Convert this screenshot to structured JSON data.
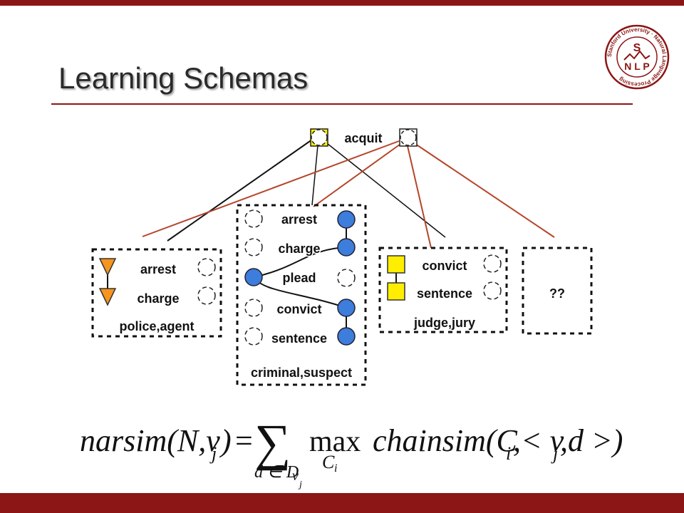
{
  "slide": {
    "title": "Learning Schemas",
    "accent_color": "#8c1515"
  },
  "logo": {
    "ring_text": "Stanford University · Natural Language Processing",
    "letter_s": "S",
    "letters": "N L P"
  },
  "diagram": {
    "root_label": "acquit",
    "schemas": {
      "police": {
        "events": [
          "arrest",
          "charge"
        ],
        "roles": "police,agent"
      },
      "criminal": {
        "events": [
          "arrest",
          "charge",
          "plead",
          "convict",
          "sentence"
        ],
        "roles": "criminal,suspect"
      },
      "judge": {
        "events": [
          "convict",
          "sentence"
        ],
        "roles": "judge,jury"
      },
      "unknown": {
        "label": "??"
      }
    },
    "colors": {
      "triangle": "#f7941d",
      "circle": "#3d7ddb",
      "square": "#ffee00",
      "black_link": "#111111",
      "red_link": "#b5452a"
    }
  },
  "formula": {
    "lhs": "narsim(N,v",
    "lhs_sub": "j",
    "lhs_close": ")",
    "equals": "=",
    "sum": "∑",
    "sum_sub_d": "d ∈ D",
    "sum_sub_v": "v",
    "sum_sub_j": "j",
    "max": "max",
    "max_sub": "C",
    "max_sub_i": "i",
    "rhs_a": "chainsim(C",
    "rhs_sub_i": "i",
    "rhs_b": ",< v",
    "rhs_sub_j": "j",
    "rhs_c": ",d >)"
  }
}
